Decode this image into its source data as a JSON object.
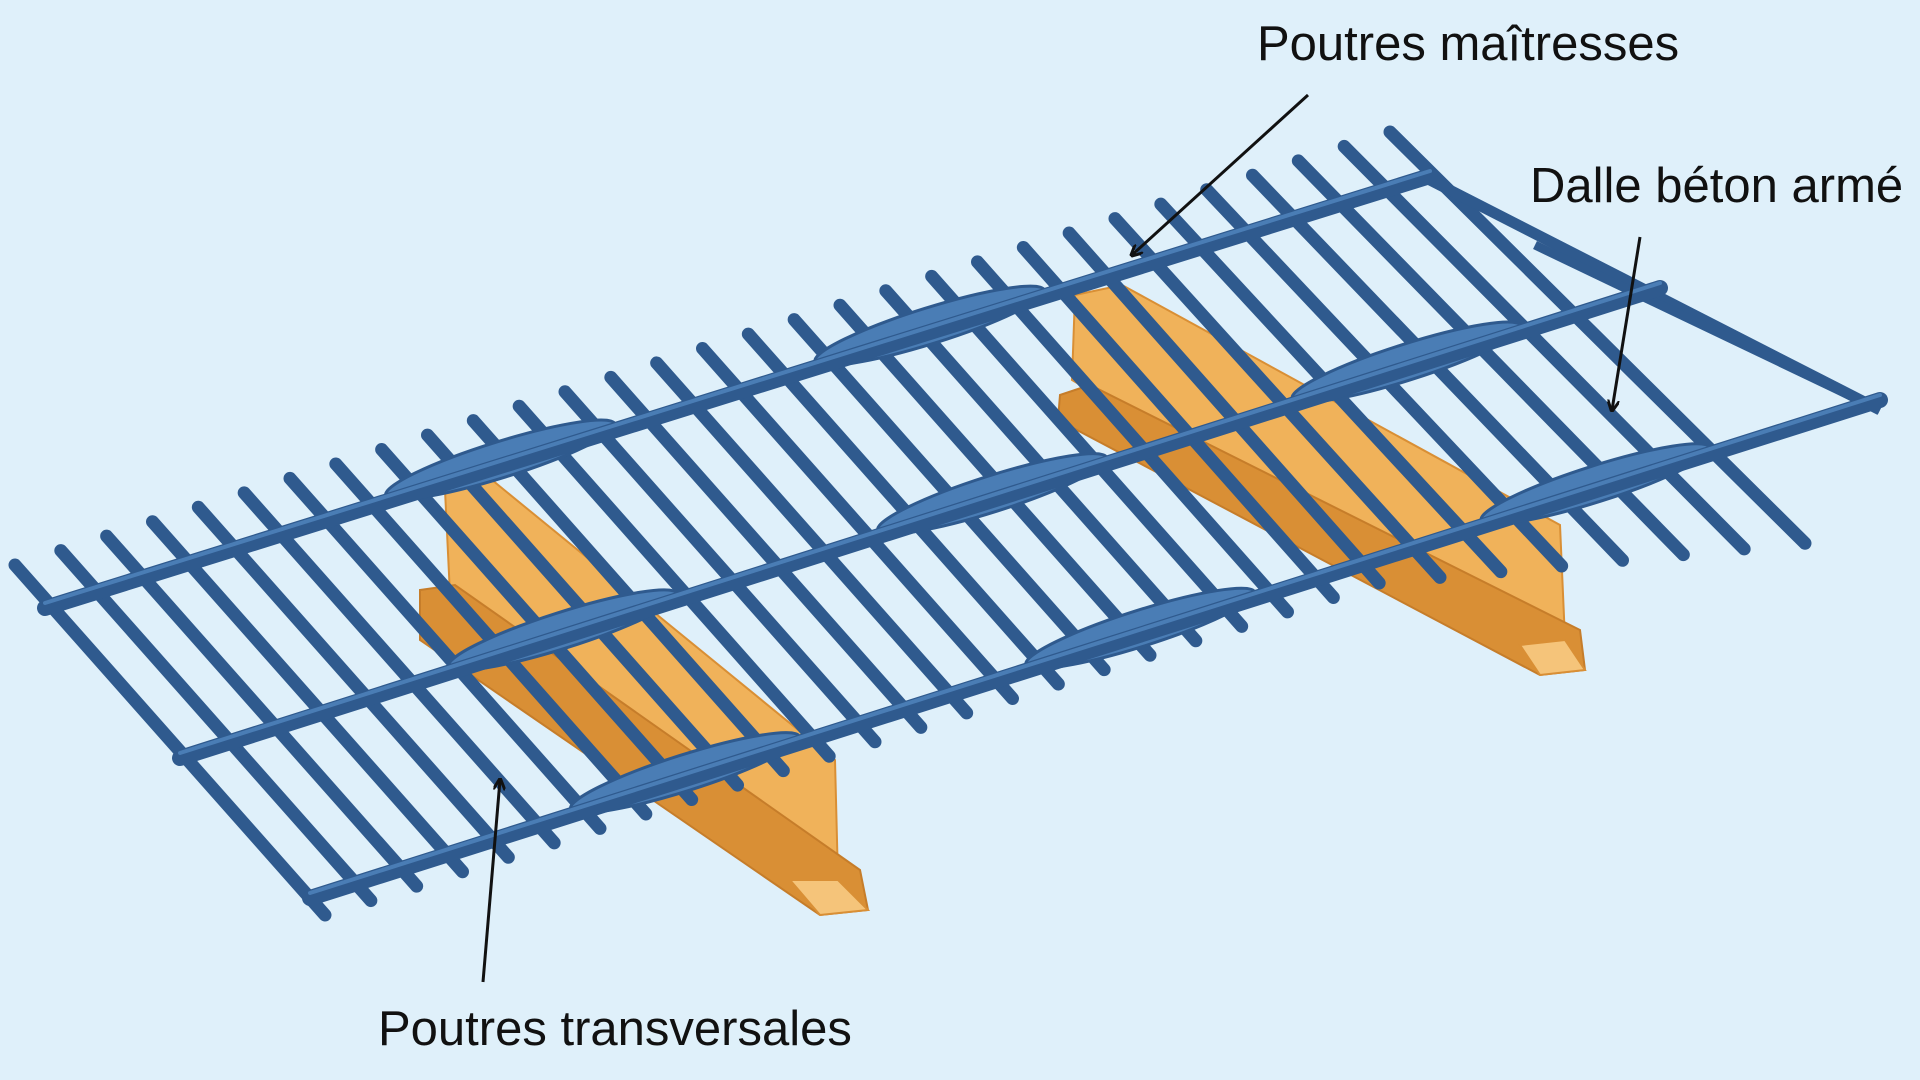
{
  "labels": {
    "main_beams": "Poutres maîtresses",
    "slab": "Dalle béton armé",
    "cross_beams": "Poutres transversales"
  },
  "colors": {
    "background": "#dff0fa",
    "steel": "#2f5a8e",
    "steel_light": "#4a7db5",
    "pier": "#f0b25a",
    "pier_dark": "#d98f35",
    "arrow": "#111111"
  }
}
